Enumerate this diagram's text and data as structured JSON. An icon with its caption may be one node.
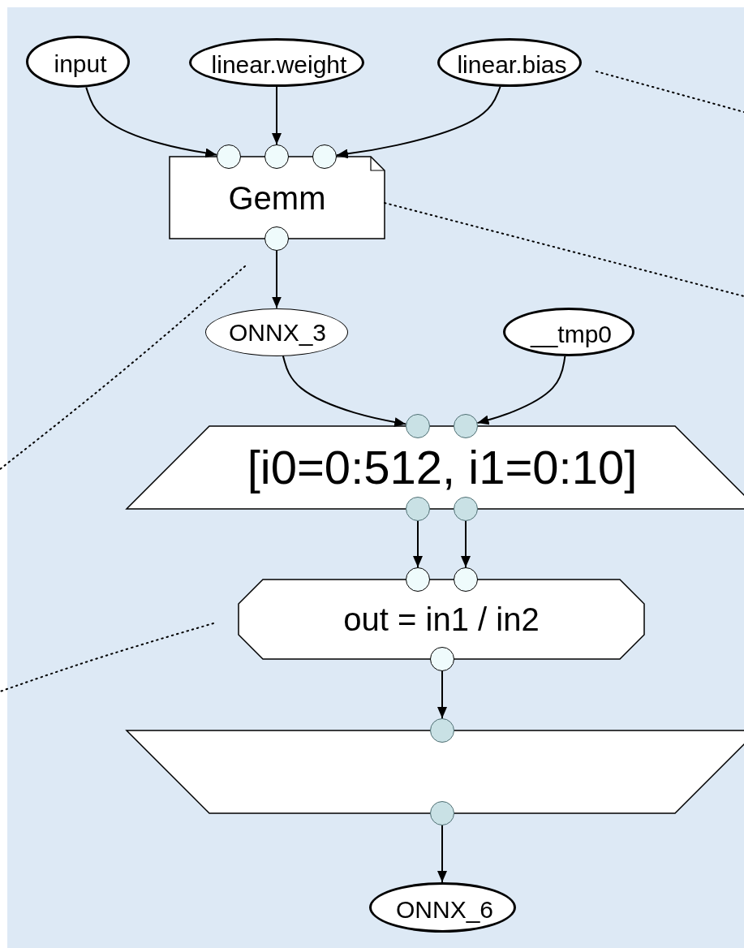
{
  "diagram": {
    "nodes": [
      {
        "text": [
          "input"
        ]
      },
      {
        "text": [
          "linear.weight"
        ]
      },
      {
        "text": [
          "linear.bias"
        ]
      },
      {
        "text": [
          "Gemm"
        ]
      },
      {
        "text": [],
        "shape": "circle"
      },
      {
        "text": [],
        "shape": "circle"
      },
      {
        "text": [],
        "shape": "circle"
      },
      {
        "text": [],
        "shape": "circle"
      },
      {
        "text": [
          "ONNX_3"
        ]
      },
      {
        "text": [
          "__tmp0"
        ]
      },
      {
        "text": [
          "[i0=0:512, i1=0:10]"
        ]
      },
      {
        "text": [],
        "shape": "circle"
      },
      {
        "text": [],
        "shape": "circle"
      },
      {
        "text": [],
        "shape": "circle"
      },
      {
        "text": [],
        "shape": "circle"
      },
      {
        "text": [
          "out = in1 / in2"
        ]
      },
      {
        "text": [],
        "shape": "circle"
      },
      {
        "text": [],
        "shape": "circle"
      },
      {
        "text": [],
        "shape": "circle"
      },
      {
        "text": [],
        "shape": "trapezoid"
      },
      {
        "text": [],
        "shape": "circle"
      },
      {
        "text": [],
        "shape": "circle"
      },
      {
        "text": [
          "ONNX_6"
        ]
      }
    ],
    "edges": [
      {
        "from": 0,
        "to": 4,
        "arrow": "to"
      },
      {
        "from": 1,
        "to": 5,
        "arrow": "to"
      },
      {
        "from": 2,
        "to": 6,
        "arrow": "to"
      },
      {
        "from": 7,
        "to": 8,
        "arrow": "to"
      },
      {
        "from": 8,
        "to": 11,
        "arrow": "to"
      },
      {
        "from": 9,
        "to": 12,
        "arrow": "to"
      },
      {
        "from": 13,
        "to": 16,
        "arrow": "to"
      },
      {
        "from": 14,
        "to": 17,
        "arrow": "to"
      },
      {
        "from": 18,
        "to": 20,
        "arrow": "to"
      },
      {
        "from": 21,
        "to": 22,
        "arrow": "to"
      },
      {
        "from": 3,
        "to": null,
        "arrow": "none",
        "style": "dashed"
      }
    ]
  }
}
